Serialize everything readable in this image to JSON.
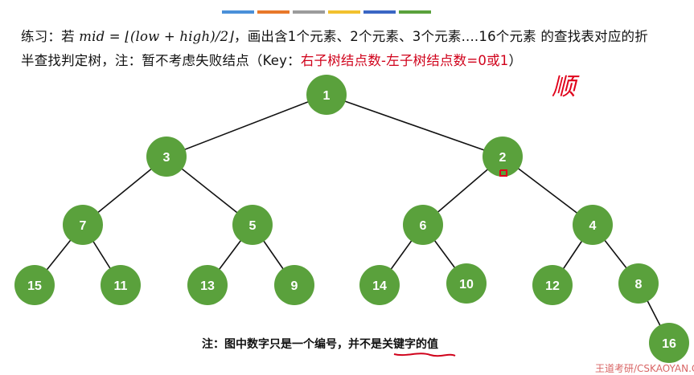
{
  "slide": {
    "accent_colors": [
      "#4a90d9",
      "#e8782a",
      "#9b9b9b",
      "#f2c12e",
      "#3a66c4",
      "#5aa13c"
    ],
    "line1_prefix": "练习：若 ",
    "formula": "mid = ⌊(low + high)/2⌋",
    "line1_suffix": "，画出含1个元素、2个元素、3个元素....16个元素 的查找表对应的折",
    "line2_prefix": "半查找判定树，注：暂不考虑失败结点（Key：",
    "line2_key": "右子树结点数-左子树结点数=0或1",
    "line2_suffix": "）",
    "handwriting": "顺",
    "note_prefix": "注：图中数字只是一个编号，并不是",
    "note_key": "关键字的值",
    "watermark": "王道考研/CSKAOYAN.COM"
  },
  "tree": {
    "node_color": "#5aa13c",
    "nodes": [
      {
        "id": "1",
        "label": "1"
      },
      {
        "id": "3",
        "label": "3"
      },
      {
        "id": "2",
        "label": "2"
      },
      {
        "id": "7",
        "label": "7"
      },
      {
        "id": "5",
        "label": "5"
      },
      {
        "id": "6",
        "label": "6"
      },
      {
        "id": "4",
        "label": "4"
      },
      {
        "id": "15",
        "label": "15"
      },
      {
        "id": "11",
        "label": "11"
      },
      {
        "id": "13",
        "label": "13"
      },
      {
        "id": "9",
        "label": "9"
      },
      {
        "id": "14",
        "label": "14"
      },
      {
        "id": "10",
        "label": "10"
      },
      {
        "id": "12",
        "label": "12"
      },
      {
        "id": "8",
        "label": "8"
      },
      {
        "id": "16",
        "label": "16"
      }
    ],
    "edges": [
      [
        "1",
        "3"
      ],
      [
        "1",
        "2"
      ],
      [
        "3",
        "7"
      ],
      [
        "3",
        "5"
      ],
      [
        "2",
        "6"
      ],
      [
        "2",
        "4"
      ],
      [
        "7",
        "15"
      ],
      [
        "7",
        "11"
      ],
      [
        "5",
        "13"
      ],
      [
        "5",
        "9"
      ],
      [
        "6",
        "14"
      ],
      [
        "6",
        "10"
      ],
      [
        "4",
        "12"
      ],
      [
        "4",
        "8"
      ],
      [
        "8",
        "16"
      ]
    ]
  }
}
